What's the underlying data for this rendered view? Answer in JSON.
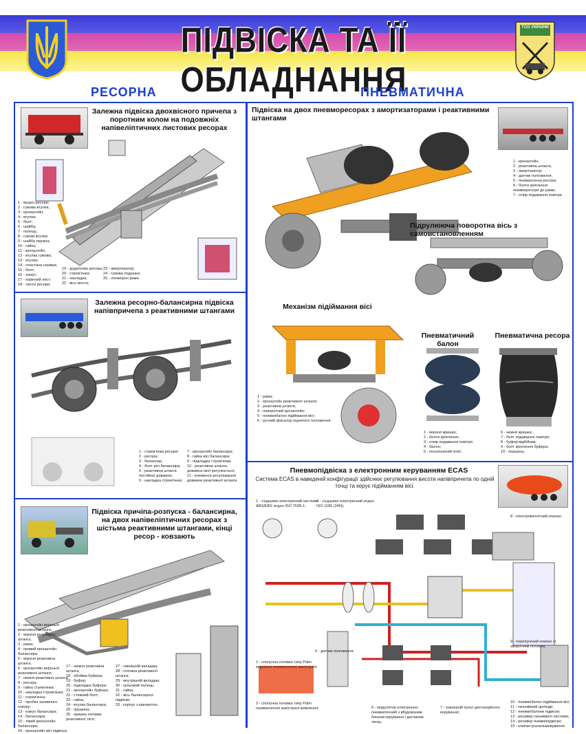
{
  "header": {
    "title": "ПІДВІСКА ТА ЇЇ ОБЛАДНАННЯ",
    "emblem_text": "ТСО УКРАЇНИ"
  },
  "sections": {
    "left_heading": "РЕСОРНА",
    "right_heading": "ПНЕВМАТИЧНА"
  },
  "captions": {
    "leaf_trailer": "Залежна підвіска двохвісного причепа з поротним колом на подовжніх напівеліптичних листових ресорах",
    "balancer": "Залежна ресорно-балансирна підвіска напівпричепа з реактивними штангами",
    "dissolve": "Підвіска причіпа-розпуска - балансирна, на двох напівеліптичних ресорах з шістьма реактивними штангами, кінці ресор - ковзають",
    "air_bag_axles": "Підвіска на двох пневморесорах з амортизаторами і реактивними штангами",
    "steer_axle": "Підрулююча поворотна вісь з самовстановленням",
    "lift": "Механізм підіймання вісі",
    "balloon": "Пневматичний балон",
    "air_spring": "Пневматична ресора",
    "ecas_title": "Пневмопідвіска з електронним керуванням ECAS",
    "ecas_desc": "Система ECAS в наведеній конфігурації здійснює регулювання висоти напівпричепа по одній точці та керує підійманням вісі."
  },
  "legends": {
    "leaf": "1 - вушко ресори;\n2 - гумова втулка;\n3 - кронштейн;\n4 - втулка;\n5 - болт;\n6 - шайба;\n7 - палець;\n8 - гумові втулки;\n9 - шайба пружна;\n10 - гайка;\n11 - кронштейн;\n12 - втулка гумова;\n13 - втулка;\n14 - пластина серівки;\n15 - болт;\n16 - хомут;\n17 - корінний лист;\n18 - листи ресори;",
    "leaf2": "19 - додаткова ресора;\n20 - стрем'янка;\n21 - накладка;\n22 - вісь моста;",
    "leaf3": "23 - амортизатор;\n24 - гумова подушка;\n25 - лонжерон рами.",
    "balancer1": "1 - стрем'янка ресори;\n2 - ресора;\n3 - балансир;\n4 - болт вісі балансира;\n5 - реактивна штанга постійної довжини;\n6 - накладка стрем'янки;",
    "balancer2": "7 - кронштейн балансира;\n8 - гайка вісі балансира;\n9 - підкладка стрем'янки;\n10 - реактивна штанга, довжина якої регулюється;\n11 - елементи регулювання довжини реактивної штанги.",
    "dissolve1": "1 - кронштейн верхньої реактивної штанги;\n2 - верхня реактивна штанга;\n3 - рама;\n4 - правий кронштейн балансира;\n5 - верхня реактивна штанга;\n6 - кронштейн верхньої реактивної штанги;\n7 - нижня реактивна штанга;\n8 - ресора;\n9 - гайка стрем'янки;\n10 - накладка стрем'янки;\n11 - стрем'янка;\n12 - пробка заливного отвору;\n13 - кожух балансира;\n14 - балансира;\n15 - лівий кронштейн балансира;\n16 - кронштейн вісі підвіски;",
    "dissolve2": "17 - нижня реактивна штанга;\n18 - обойма буфера;\n19 - буфер;\n20 - підкладка буфера;\n21 - кронштейн буфера;\n22 - стяжний болт;\n23 - гайка;\n24 - втулка балансира;\n25 - пружина;\n26 - кришка головки реактивної тяги;",
    "dissolve3": "27 - зовнішній вкладиш;\n28 - головка реактивної штанги;\n29 - внутрішній вкладиш;\n30 - кульовий палець;\n31 - гайка;\n32 - вісь балансирної підвіски;\n33 - корпус з манжетою.",
    "air_bag": "1 - кронштейн;\n2 - реактивна штанга;\n3 - амортизатор;\n4 - датчик положення;\n5 - пневматична ресора;\n6 - болти кріплення пневморесори до рами;\n7 - отвір подавання повітря.",
    "lift": "1 - рама;\n2 - кронштейн реактивної штанги;\n3 - реактивна штанга;\n4 - поворотний кронштейн;\n5 - пневмобалон підіймання вісі;\n6 - ручний фіксатор піднятого положення.",
    "balloon1": "1 - верхня кришка;\n2 - болти кріплення;\n3 - отвір подавання повітря;\n4 - балон;\n5 - посилюючий пояс;",
    "balloon2": "6 - нижня кришка;\n7 - болт подавання повітря;\n8 - буфер-відбійник;\n9 - болт кріплення буфера;\n10 - поршень.",
    "ecas_a": "1 - з'єднувач електричний системи ABS/EBS згідно ISO 7638-1;",
    "ecas_b": "4 - з'єднувач електричний згідно ISO 1185 (24N);",
    "ecas_c": "2 - сполучна головка типу Palm керуючої пневматичної магістралі;",
    "ecas_d": "3 - сполучна головка типу Palm пневматичної магістралі живлення;",
    "ecas_e": "5 - датчик положення;",
    "ecas_f": "6 - модулятор електронно-пневматичний з вбудованим блоком керування і датчиком тиску;",
    "ecas_g": "7 - зовнішній пульт дистанційного керування;",
    "ecas_h": "8 - електромагнітний клапан;",
    "ecas_i": "9 - перепускний клапан зі зворотним потоком;",
    "ecas_j": "10 - пневмобалон підіймання вісі;\n11 - гальмівний циліндр;\n12 - пневмобалони підвіски;\n13 - ресивер гальмівної системи;\n14 - ресивер пневмопідвіски;\n15 - клапан розгальмовування."
  },
  "colors": {
    "heading_blue": "#1a3fc9",
    "band_blue": "#3b3bd6",
    "band_pink": "#d64aa8",
    "band_yellow": "#f4e64a",
    "frame_orange": "#f0a020",
    "air_line_red": "#d02020",
    "air_line_cyan": "#30b0d0",
    "air_line_yellow": "#e8c020"
  }
}
